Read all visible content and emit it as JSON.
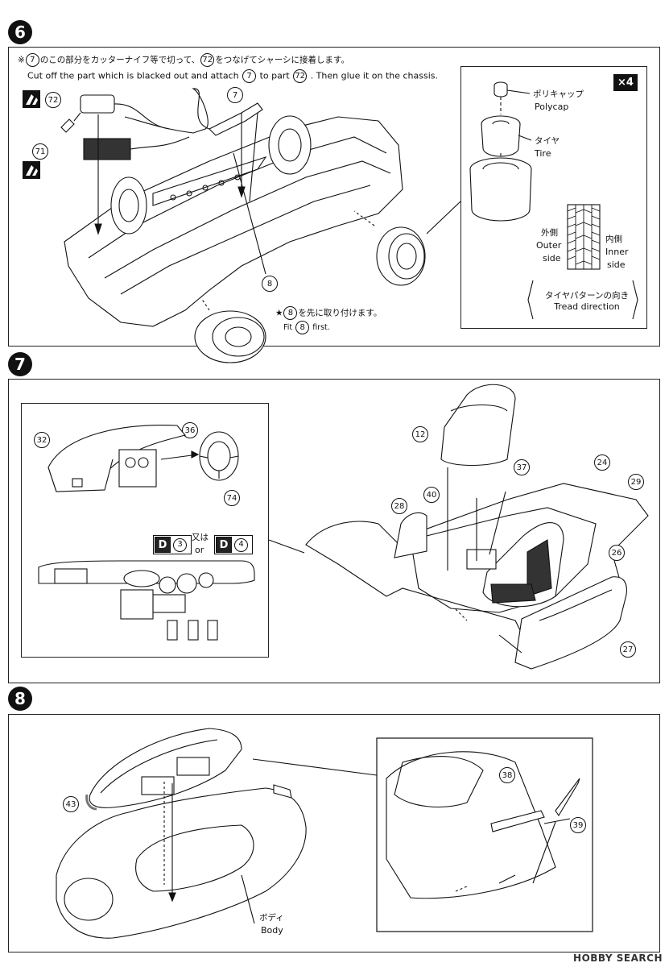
{
  "steps": {
    "s6": {
      "number": "6",
      "instruction_jp_pre": "※",
      "instruction_jp_part_a": "7",
      "instruction_jp_mid": "のこの部分をカッターナイフ等で切って、",
      "instruction_jp_part_b": "72",
      "instruction_jp_post": "をつなげてシャーシに接着します。",
      "instruction_en_pre": "Cut off the part which is blacked out and attach",
      "instruction_en_part_a": "7",
      "instruction_en_mid": "to part",
      "instruction_en_part_b": "72",
      "instruction_en_post": ". Then glue it on the chassis.",
      "parts": {
        "p72": "72",
        "p71": "71",
        "p7": "7",
        "p8": "8"
      },
      "note_jp_pre": "★",
      "note_jp_part": "8",
      "note_jp_post": "を先に取り付けます。",
      "note_en_pre": "Fit",
      "note_en_part": "8",
      "note_en_post": "first.",
      "inset": {
        "multiplier": "×4",
        "polycap_jp": "ポリキャップ",
        "polycap_en": "Polycap",
        "tire_jp": "タイヤ",
        "tire_en": "Tire",
        "outer_jp": "外側",
        "outer_en_1": "Outer",
        "outer_en_2": "side",
        "inner_jp": "内側",
        "inner_en_1": "Inner",
        "inner_en_2": "side",
        "tread_jp": "タイヤパターンの向き",
        "tread_en": "Tread direction"
      }
    },
    "s7": {
      "number": "7",
      "parts": {
        "p32": "32",
        "p36": "36",
        "p74": "74",
        "p12": "12",
        "p37": "37",
        "p40": "40",
        "p24": "24",
        "p28": "28",
        "p29": "29",
        "p26": "26",
        "p27": "27"
      },
      "option_a_letter": "D",
      "option_a_part": "3",
      "option_or_jp": "又は",
      "option_or_en": "or",
      "option_b_letter": "D",
      "option_b_part": "4"
    },
    "s8": {
      "number": "8",
      "parts": {
        "p43": "43",
        "p38": "38",
        "p39": "39"
      },
      "body_jp": "ボディ",
      "body_en": "Body"
    }
  },
  "watermark": "HOBBY SEARCH",
  "icons": [
    "cement-glue-icon",
    "cement-glue-icon",
    "cut-icon"
  ],
  "colors": {
    "ink": "#111111",
    "paper": "#ffffff",
    "black_part": "#333333"
  }
}
